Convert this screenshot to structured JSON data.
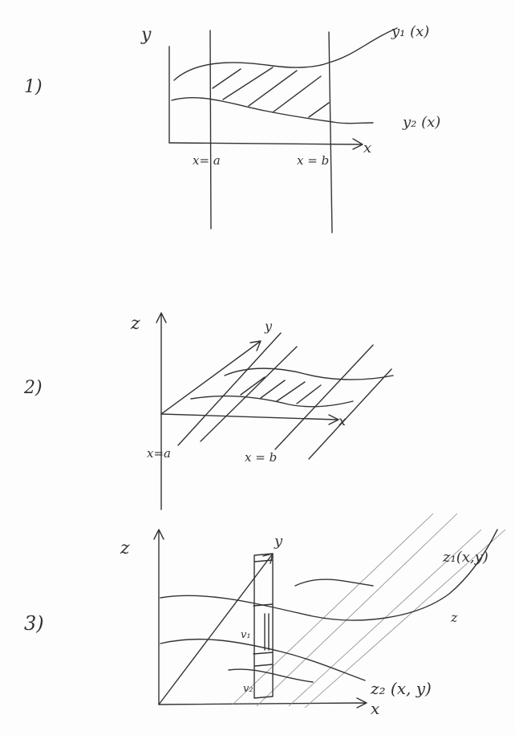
{
  "diagram1": {
    "number": "1)",
    "y_axis": "y",
    "x_axis": "x",
    "curve_top": "y₁ (x)",
    "curve_bottom": "y₂ (x)",
    "left_bound": "x= a",
    "right_bound": "x = b"
  },
  "diagram2": {
    "number": "2)",
    "z_axis": "z",
    "y_axis": "y",
    "x_axis": "x",
    "left_bound": "x=a",
    "right_bound": "x = b"
  },
  "diagram3": {
    "number": "3)",
    "z_axis": "z",
    "y_axis": "y",
    "x_axis": "x",
    "surface_top": "z₁(x,y)",
    "surface_bottom": "z₂ (x, y)",
    "v1": "v₁",
    "v2": "v₂",
    "side_note": "z"
  }
}
